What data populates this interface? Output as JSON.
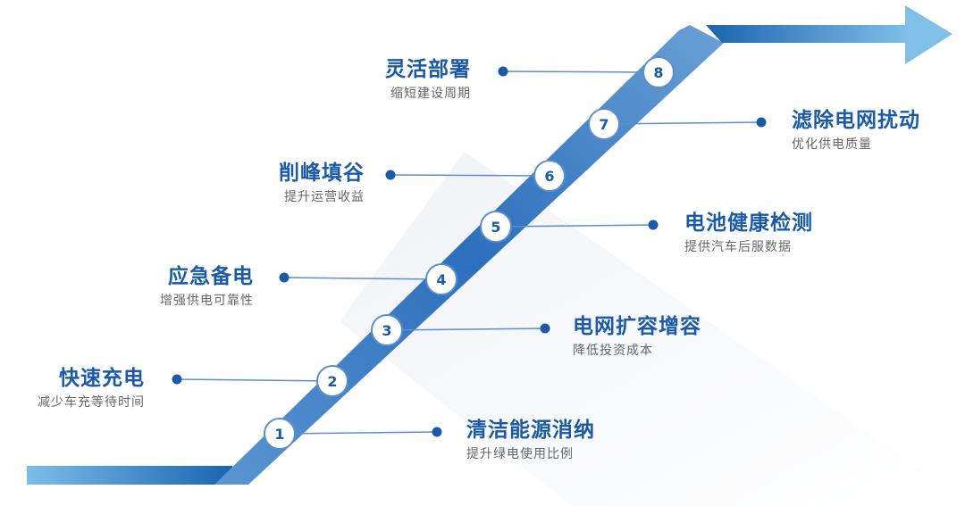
{
  "colors": {
    "primary": "#1a5aa6",
    "band_light": "#7cbde8",
    "band_dark": "#1a64b0",
    "text_sub": "#666666"
  },
  "steps": [
    {
      "num": "1",
      "title": "清洁能源消纳",
      "subtitle": "提升绿电使用比例"
    },
    {
      "num": "2",
      "title": "快速充电",
      "subtitle": "减少车充等待时间"
    },
    {
      "num": "3",
      "title": "电网扩容增容",
      "subtitle": "降低投资成本"
    },
    {
      "num": "4",
      "title": "应急备电",
      "subtitle": "增强供电可靠性"
    },
    {
      "num": "5",
      "title": "电池健康检测",
      "subtitle": "提供汽车后服数据"
    },
    {
      "num": "6",
      "title": "削峰填谷",
      "subtitle": "提升运营收益"
    },
    {
      "num": "7",
      "title": "滤除电网扰动",
      "subtitle": "优化供电质量"
    },
    {
      "num": "8",
      "title": "灵活部署",
      "subtitle": "缩短建设周期"
    }
  ]
}
